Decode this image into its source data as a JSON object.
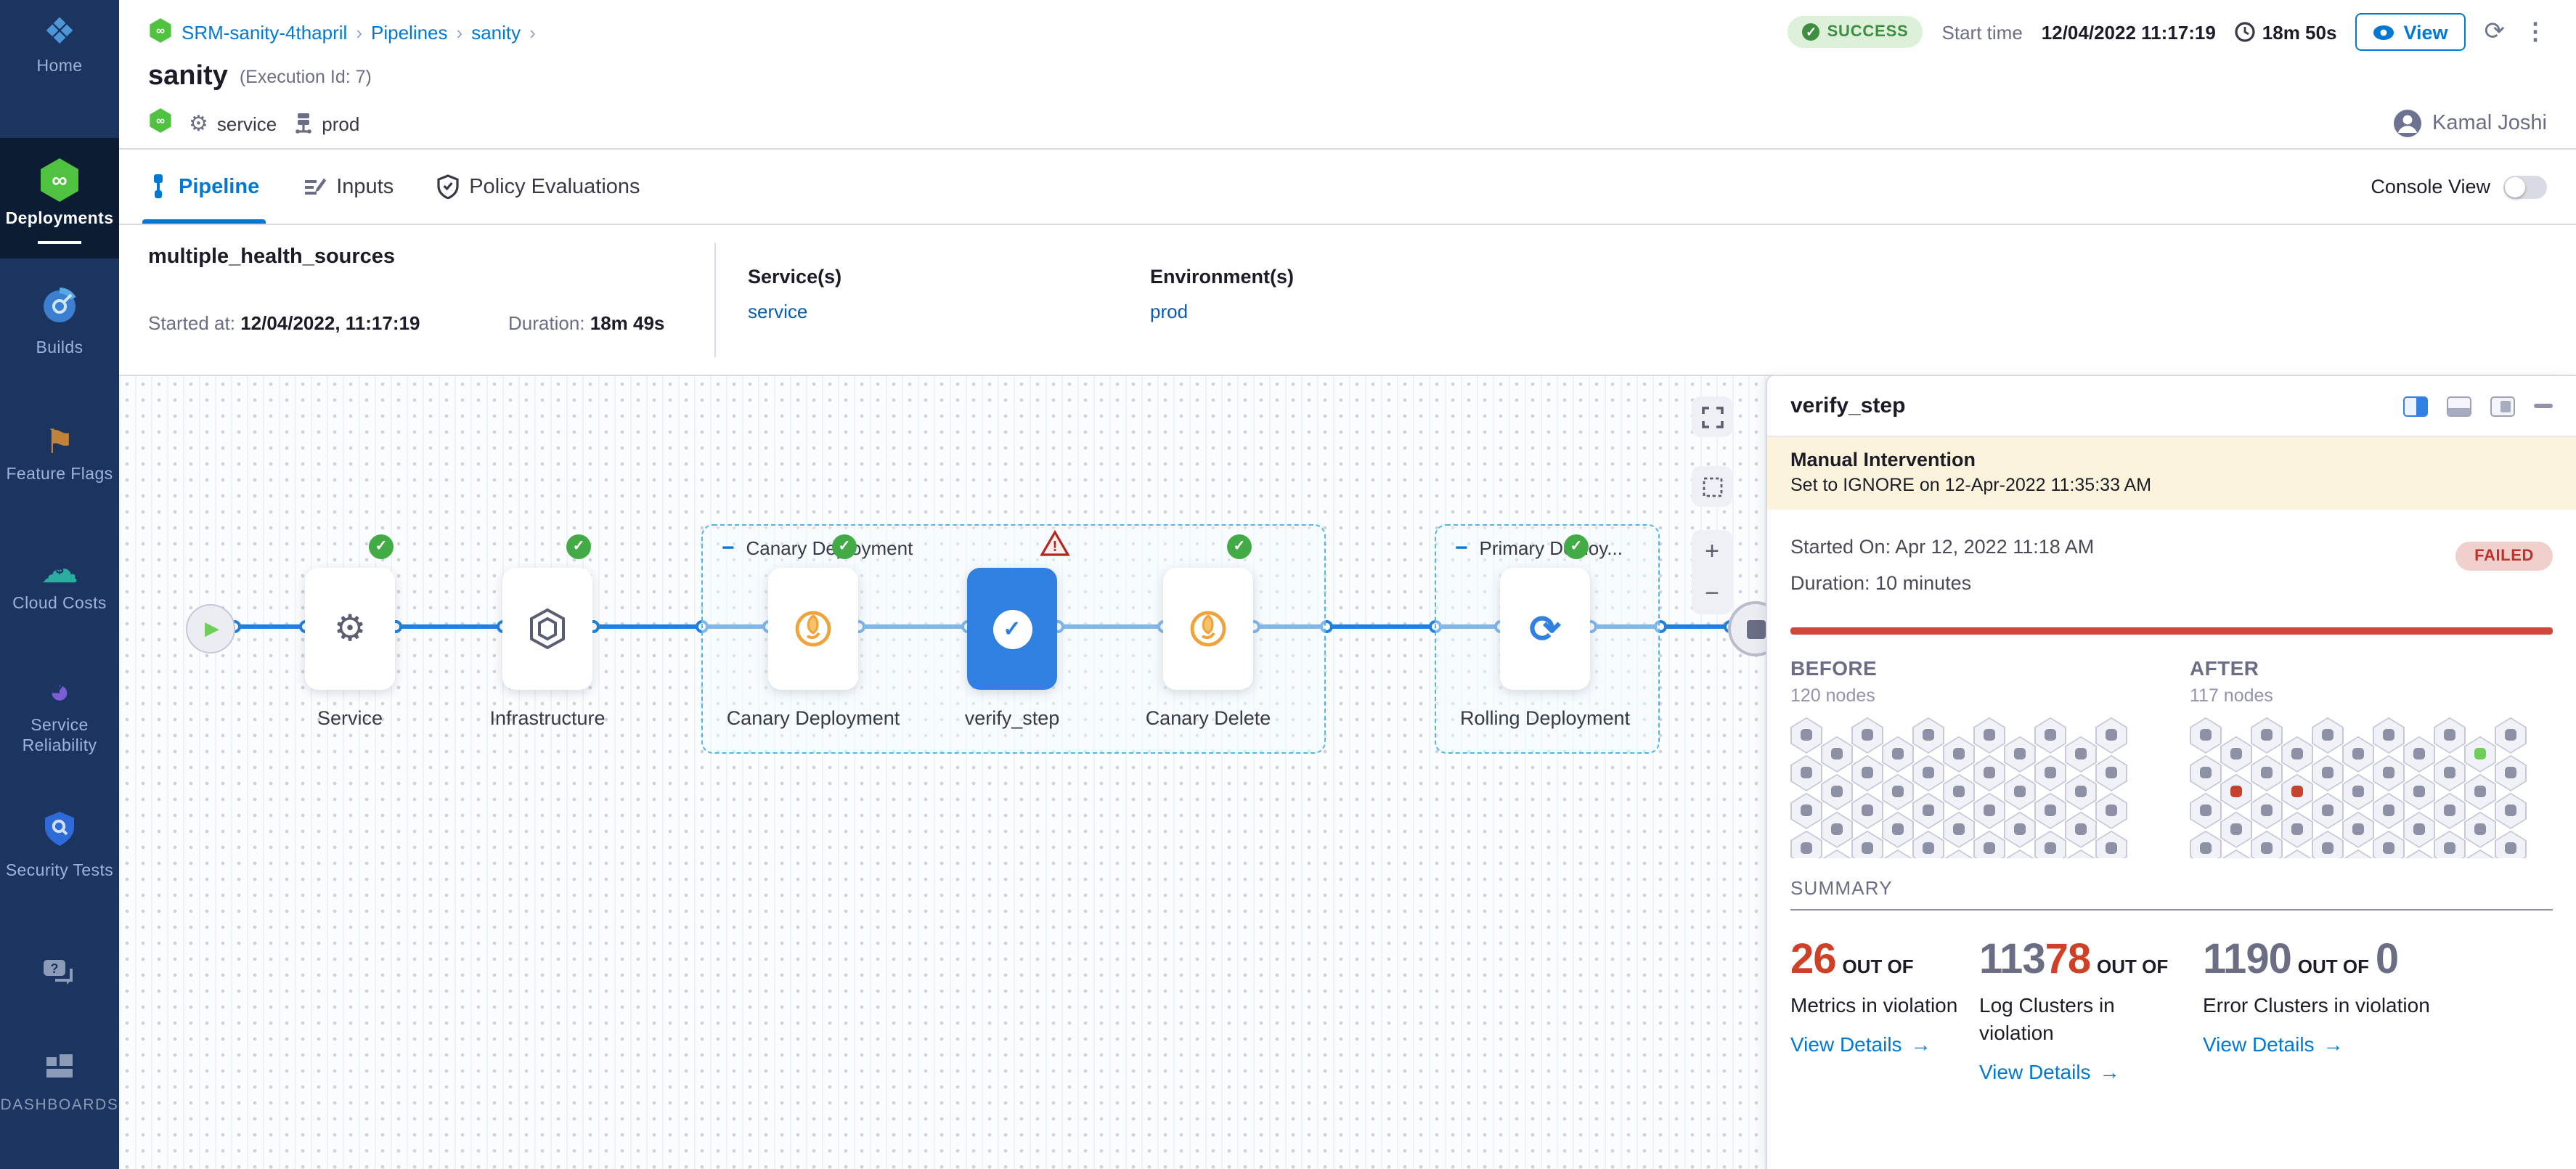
{
  "icons": {
    "kebab-menu-icon": "⋮",
    "refresh-icon": "⟳",
    "infinity-glyph": "∞",
    "play-glyph": "▶",
    "minus-glyph": "−",
    "arrow-right-glyph": "→",
    "gear-glyph": "⚙",
    "flag-glyph": "⚑",
    "cloud-glyph": "☁",
    "pie-glyph": "◕",
    "diamond-grid-glyph": "❖",
    "chevron-glyph": "›",
    "check-glyph": "✓",
    "dollar-glyph": "$",
    "question-glyph": "?",
    "plus-glyph": "+",
    "rolling-glyph": "⟳"
  },
  "sidebar": {
    "items": [
      {
        "id": "home",
        "label": "Home"
      },
      {
        "id": "deployments",
        "label": "Deployments",
        "active": true
      },
      {
        "id": "builds",
        "label": "Builds"
      },
      {
        "id": "feature-flags",
        "label": "Feature Flags"
      },
      {
        "id": "cloud-costs",
        "label": "Cloud Costs"
      },
      {
        "id": "service-reliability",
        "label": "Service Reliability"
      },
      {
        "id": "security-tests",
        "label": "Security Tests"
      },
      {
        "id": "help-chat",
        "label": ""
      },
      {
        "id": "dashboards",
        "label": "DASHBOARDS"
      }
    ]
  },
  "breadcrumb": {
    "project": "SRM-sanity-4thapril",
    "section": "Pipelines",
    "pipeline": "sanity"
  },
  "header": {
    "status": "SUCCESS",
    "start_time_label": "Start time",
    "start_time": "12/04/2022 11:17:19",
    "duration": "18m 50s",
    "view_label": "View",
    "title": "sanity",
    "execution_id": "(Execution Id: 7)",
    "service_tag": "service",
    "env_tag": "prod",
    "user": "Kamal Joshi"
  },
  "tabs": {
    "pipeline": "Pipeline",
    "inputs": "Inputs",
    "policy": "Policy Evaluations",
    "console_view": "Console View"
  },
  "stage_bar": {
    "name": "multiple_health_sources",
    "started_label": "Started at: ",
    "started": "12/04/2022, 11:17:19",
    "duration_label": "Duration: ",
    "duration": "18m 49s",
    "services_label": "Service(s)",
    "service": "service",
    "envs_label": "Environment(s)",
    "env": "prod"
  },
  "graph": {
    "group1_label": "Canary Deployment",
    "group2_label": "Primary Deploy...",
    "nodes": {
      "service": "Service",
      "infrastructure": "Infrastructure",
      "canary_deployment": "Canary Deployment",
      "verify_step": "verify_step",
      "canary_delete": "Canary Delete",
      "rolling_deployment": "Rolling Deployment"
    }
  },
  "panel": {
    "title": "verify_step",
    "banner_title": "Manual Intervention",
    "banner_text": "Set to IGNORE on 12-Apr-2022 11:35:33 AM",
    "started": "Started On: Apr 12, 2022 11:18 AM",
    "duration": "Duration: 10 minutes",
    "status": "FAILED",
    "before_label": "BEFORE",
    "before_nodes": "120 nodes",
    "after_label": "AFTER",
    "after_nodes": "117 nodes",
    "summary_label": "SUMMARY",
    "summary": [
      {
        "num": [
          {
            "t": "26",
            "c": "#cf4027"
          }
        ],
        "out": "OUT OF",
        "label": "Metrics in violation",
        "link": "View Details",
        "arrow": "→"
      },
      {
        "num": [
          {
            "t": "113",
            "c": "#6b6d85"
          },
          {
            "t": "78",
            "c": "#cf4027"
          }
        ],
        "out": "OUT OF",
        "label": "Log Clusters in violation",
        "link": "View Details",
        "arrow": "→"
      },
      {
        "num": [
          {
            "t": "1190",
            "c": "#6b6d85"
          }
        ],
        "out": "OUT OF",
        "num2": [
          {
            "t": "0",
            "c": "#6b6d85"
          }
        ],
        "label": "Error Clusters in violation",
        "link": "View Details",
        "arrow": "→"
      }
    ]
  },
  "hex_grid": {
    "cols": 11,
    "rows": 5,
    "default_color": "#8e90a6",
    "before_highlights": [],
    "after_highlights": [
      {
        "c": 9,
        "r": 0,
        "color": "#6fce59"
      },
      {
        "c": 1,
        "r": 1,
        "color": "#c7412f"
      },
      {
        "c": 3,
        "r": 1,
        "color": "#c7412f"
      },
      {
        "c": 7,
        "r": 3,
        "color": "#c7412f"
      },
      {
        "c": 4,
        "r": 4,
        "color": "#c7412f"
      }
    ]
  },
  "colors": {
    "accent_blue": "#0278d5",
    "edge_blue": "#2180dd",
    "node_blue": "#2f80e0",
    "success_green": "#42ab45",
    "canary_orange": "#efa33b",
    "failed_red": "#bb332b",
    "failed_bg": "#efd0cd",
    "bar_red": "#d0473a",
    "banner_yellow": "#fbf3dc",
    "sidebar_navy": "#1c3560"
  }
}
